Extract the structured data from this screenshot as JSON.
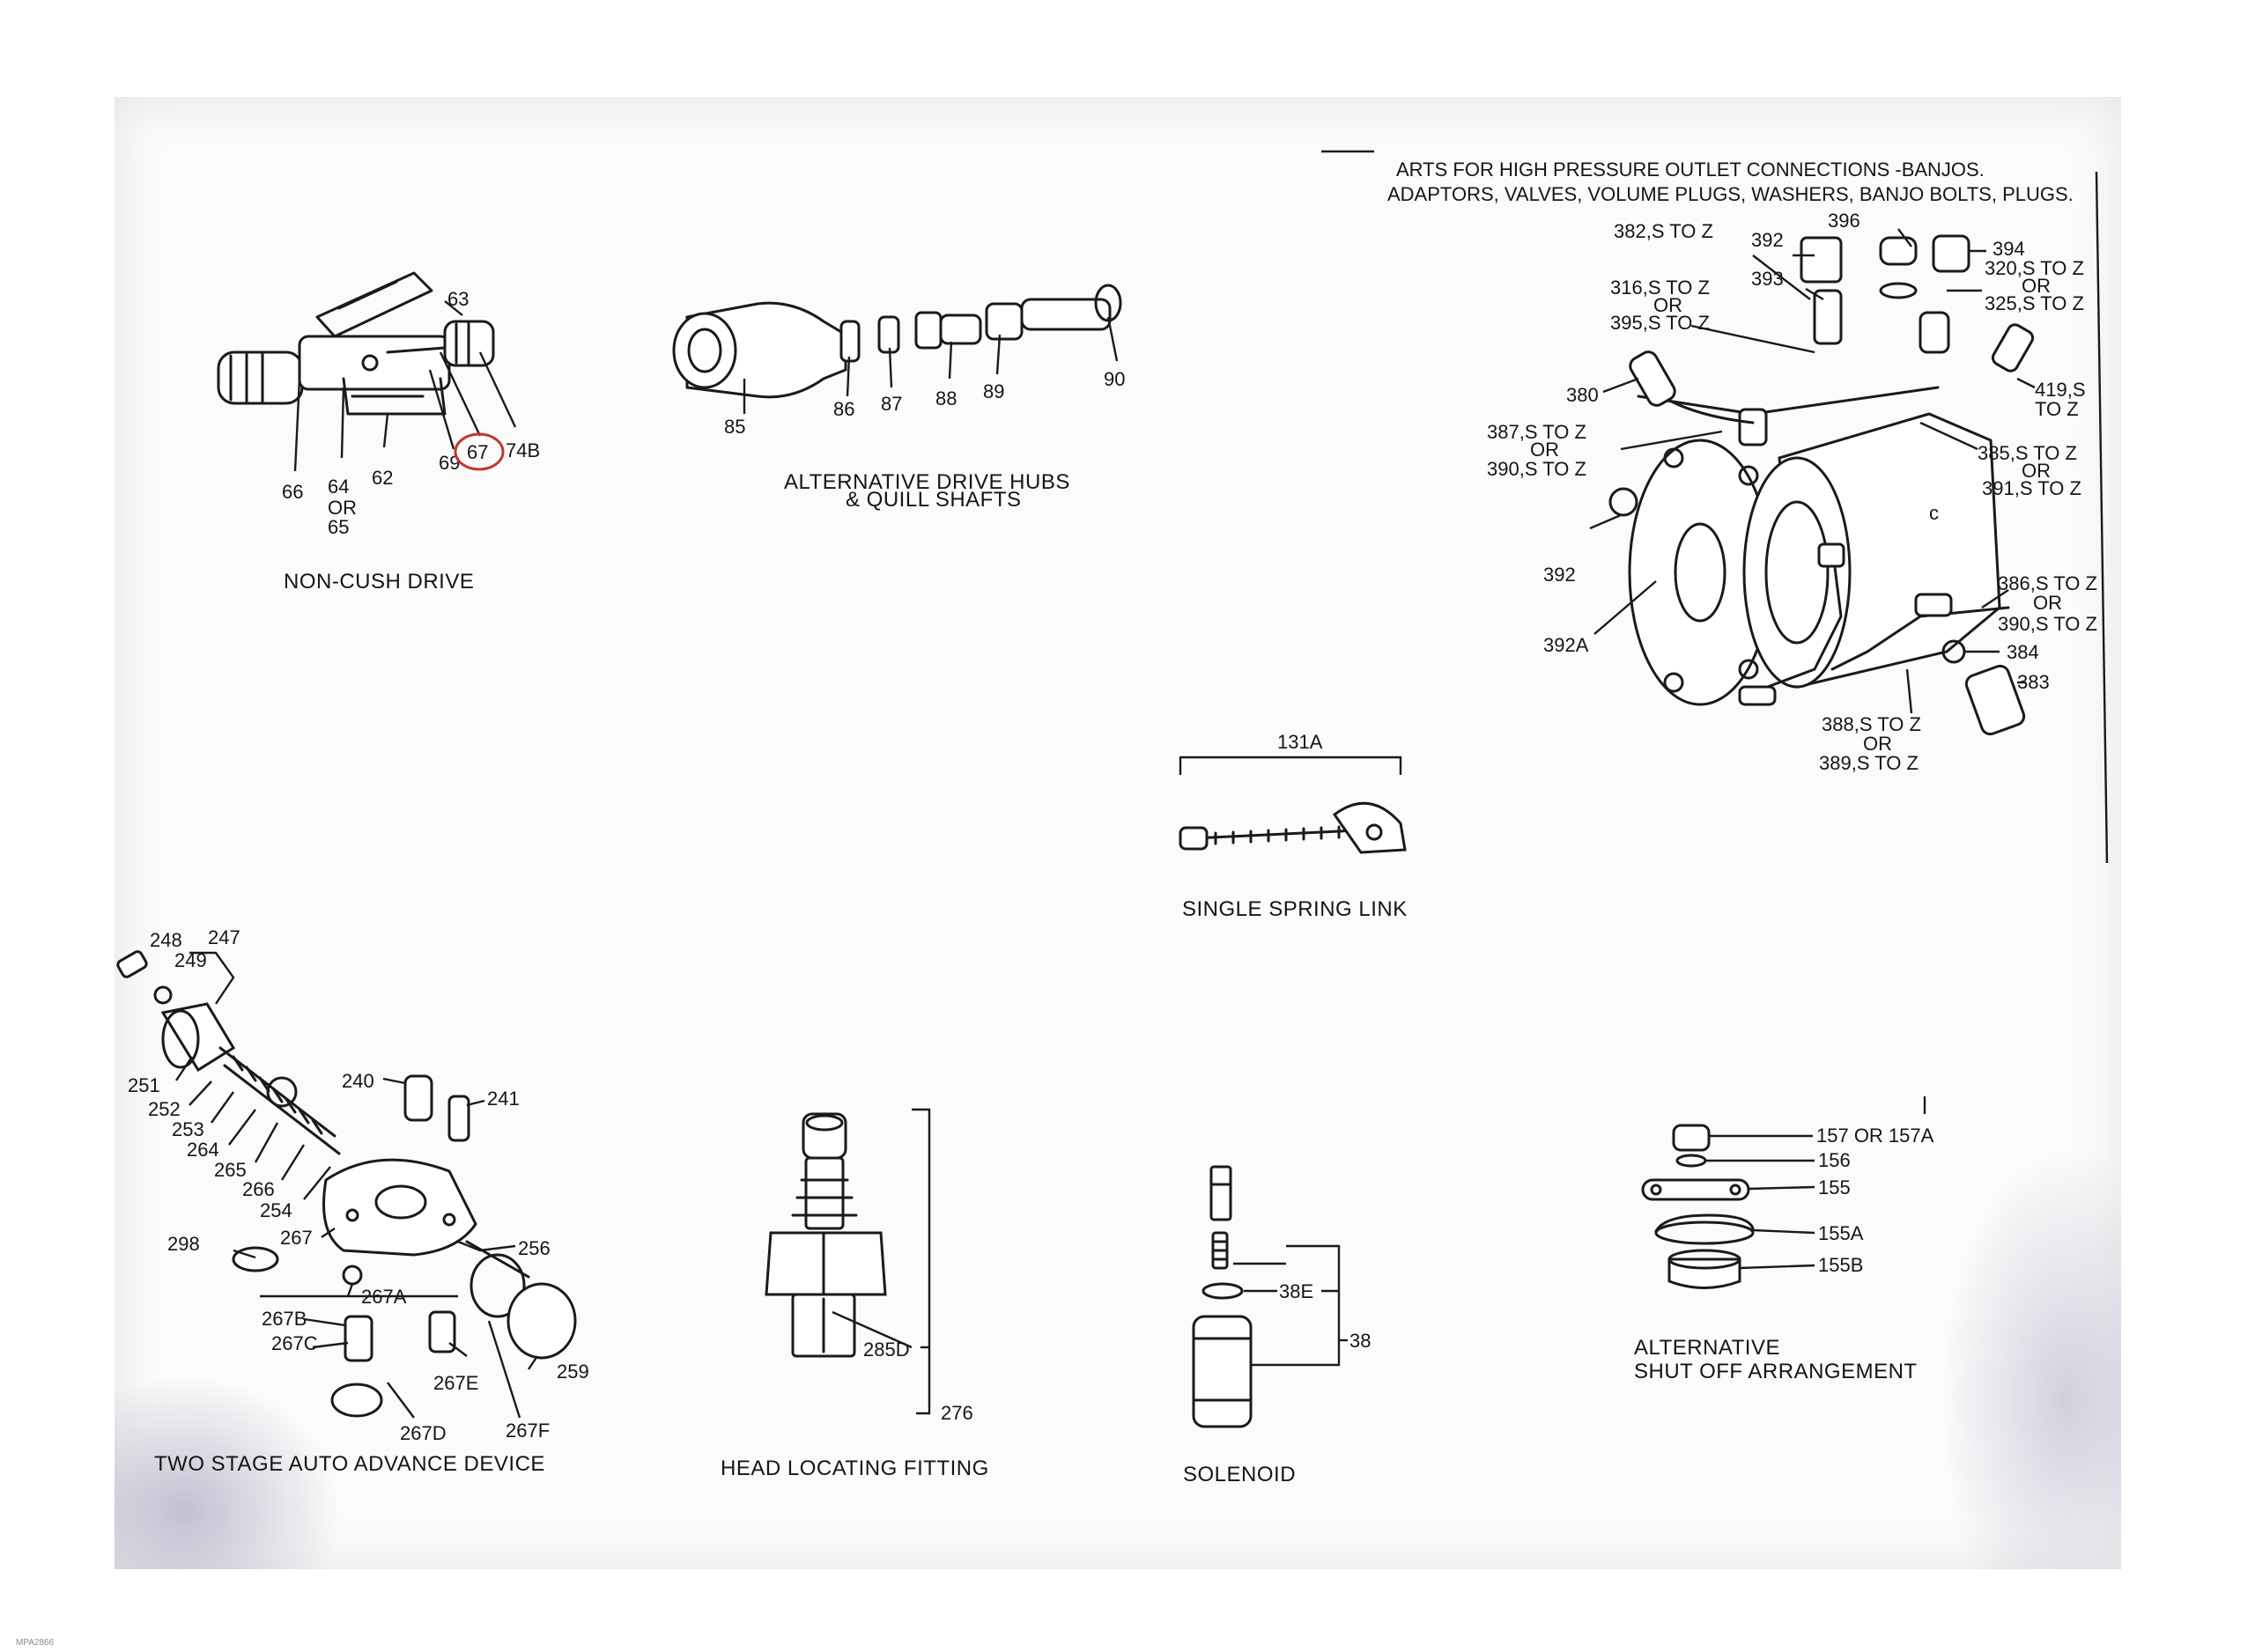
{
  "sections": {
    "non_cush": {
      "caption": "NON-CUSH DRIVE",
      "labels": [
        "63",
        "66",
        "64",
        "OR",
        "65",
        "62",
        "69",
        "67",
        "74B"
      ],
      "highlighted": "67"
    },
    "alt_drive": {
      "caption_line1": "ALTERNATIVE DRIVE HUBS",
      "caption_line2": "& QUILL SHAFTS",
      "labels": [
        "85",
        "86",
        "87",
        "88",
        "89",
        "90"
      ]
    },
    "hp_outlet": {
      "title_line1": "ARTS FOR HIGH PRESSURE OUTLET CONNECTIONS -BANJOS.",
      "title_line2": "ADAPTORS, VALVES, VOLUME PLUGS, WASHERS, BANJO BOLTS, PLUGS.",
      "labels": [
        "396",
        "382,S TO Z",
        "392",
        "394",
        "393",
        "320,S TO Z",
        "OR",
        "325,S TO Z",
        "316,S TO Z",
        "OR",
        "395,S TO Z",
        "380",
        "419,S",
        "TO Z",
        "387,S TO Z",
        "OR",
        "390,S TO Z",
        "385,S TO Z",
        "OR",
        "391,S TO Z",
        "392",
        "392A",
        "386,S TO Z",
        "OR",
        "390,S TO Z",
        "384",
        "383",
        "388,S TO Z",
        "OR",
        "389,S TO Z"
      ]
    },
    "spring_link": {
      "caption": "SINGLE SPRING LINK",
      "labels": [
        "131A"
      ]
    },
    "auto_advance": {
      "caption": "TWO STAGE AUTO ADVANCE DEVICE",
      "labels": [
        "248",
        "247",
        "249",
        "251",
        "252",
        "253",
        "264",
        "265",
        "266",
        "254",
        "240",
        "241",
        "298",
        "267",
        "256",
        "267A",
        "267B",
        "267C",
        "267E",
        "259",
        "267D",
        "267F"
      ]
    },
    "head_locating": {
      "caption": "HEAD LOCATING FITTING",
      "labels": [
        "285D",
        "276"
      ]
    },
    "solenoid": {
      "caption": "SOLENOID",
      "labels": [
        "38E",
        "38"
      ]
    },
    "shut_off": {
      "caption_line1": "ALTERNATIVE",
      "caption_line2": "SHUT OFF ARRANGEMENT",
      "labels": [
        "157 OR 157A",
        "156",
        "155",
        "155A",
        "155B"
      ]
    }
  },
  "footer_code": "MPA2866",
  "colors": {
    "ink": "#1a1a1a",
    "paper": "#fbfbfa",
    "highlight": "#c0392b"
  }
}
